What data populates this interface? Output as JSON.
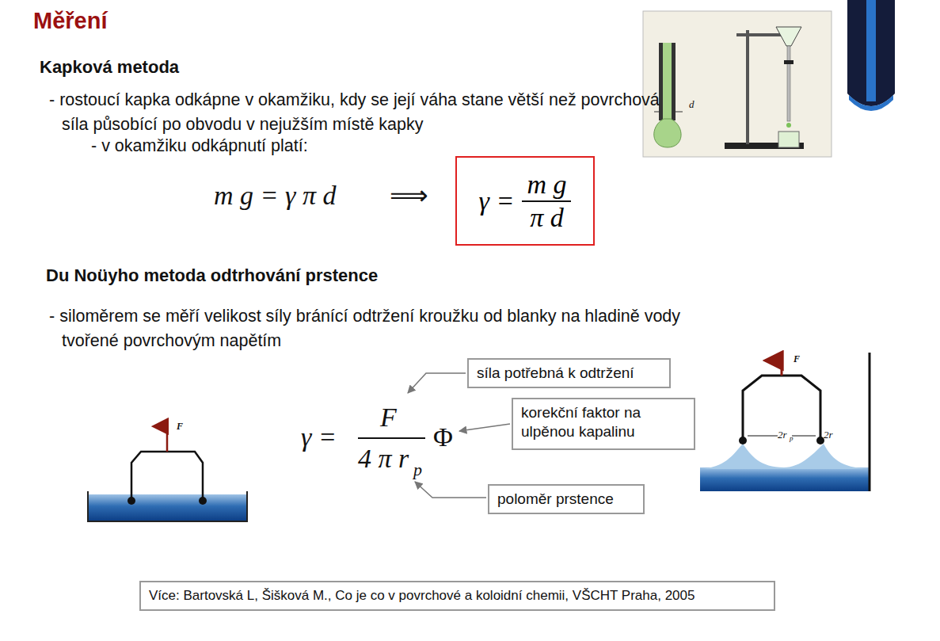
{
  "diagram": {
    "title": "Měření",
    "nodes": [
      {
        "text": [
          "γ =",
          "m g",
          "π d"
        ]
      },
      {
        "text": [
          "síla potřebná k odtržení"
        ]
      },
      {
        "text": [
          "korekční faktor na ulpěnou kapalinu"
        ]
      },
      {
        "text": [
          "poloměr prstence"
        ]
      },
      {
        "text": [
          "Více: Bartovská L, Šišková M., Co je co v povrchové a koloidní chemii, VŠCHT Praha, 2005"
        ]
      }
    ],
    "labels": [
      "Kapková metoda",
      "- rostoucí kapka odkápne v okamžiku, kdy se její váha stane větší než povrchová síla působící po obvodu v nejužším místě kapky",
      "- v okamžiku odkápnutí platí:",
      "m g = γ π d",
      "⟹",
      "Du Noüyho metoda odtrhování prstence",
      "- siloměrem se měří velikost síly bránící odtržení kroužku od blanky na hladině vody tvořené povrchovým napětím",
      "γ =",
      "F",
      "4 π r",
      "p",
      "Φ",
      "d",
      "F",
      "F",
      "2r",
      "p",
      "2r"
    ]
  }
}
